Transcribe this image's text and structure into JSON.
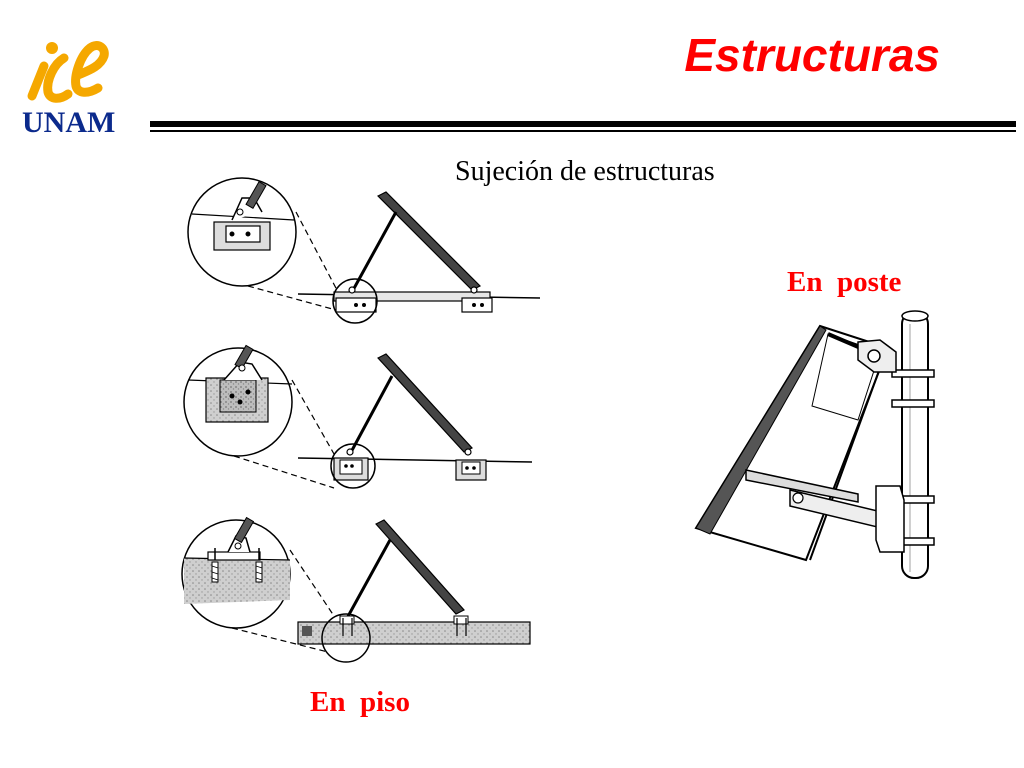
{
  "header": {
    "logo_text": "UNAM",
    "title": "Estructuras",
    "subtitle": "Sujeción de estructuras"
  },
  "labels": {
    "pole": "En  poste",
    "floor": "En  piso"
  },
  "colors": {
    "title": "#ff0000",
    "logo_text": "#0b2a8c",
    "logo_mark": "#f5a800",
    "rule": "#000000"
  },
  "icons": {
    "logo": "iie-logo-icon"
  }
}
